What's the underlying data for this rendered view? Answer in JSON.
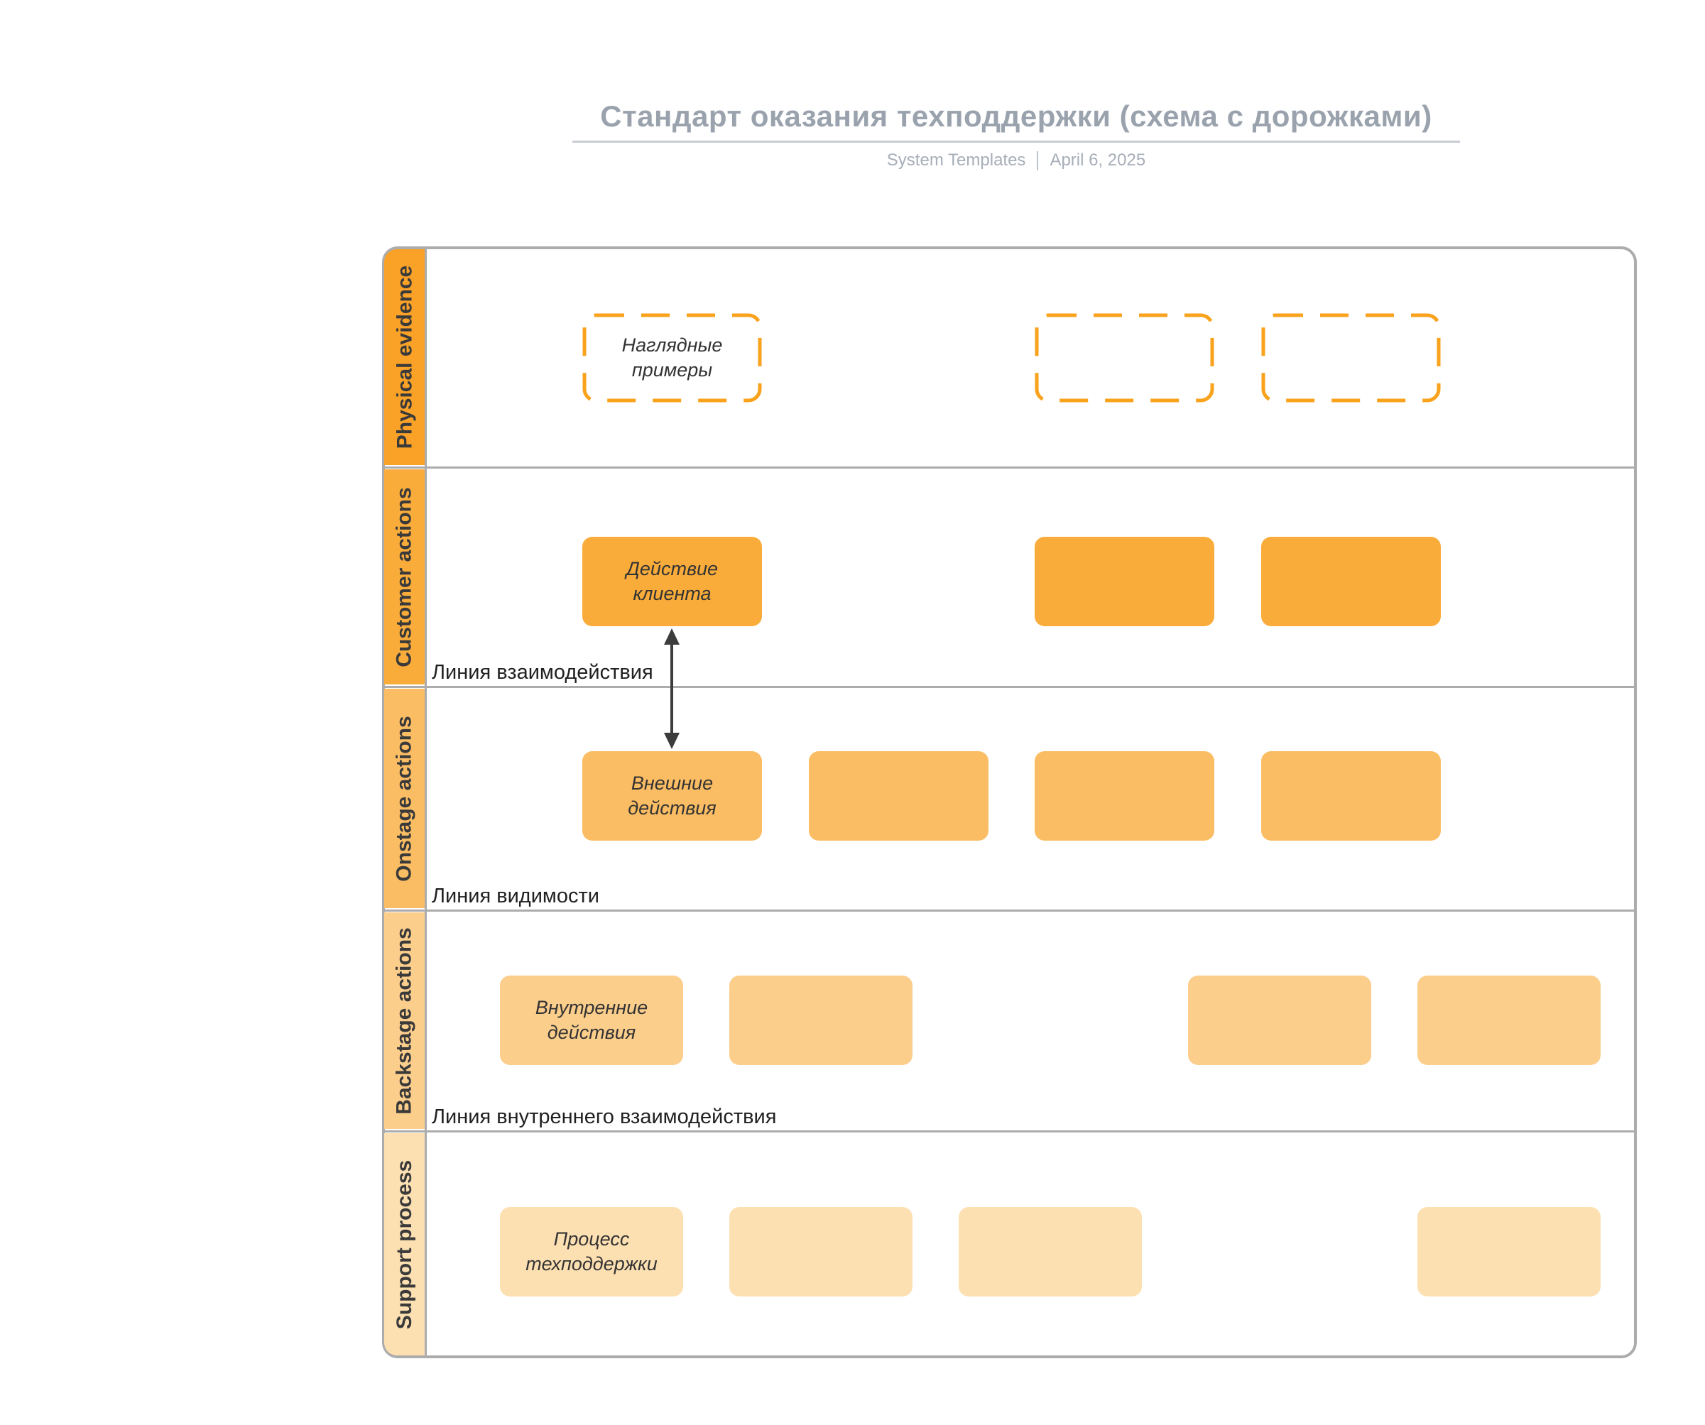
{
  "header": {
    "title": "Стандарт оказания техподдержки (схема с дорожками)",
    "byline": "System Templates",
    "date": "April 6, 2025"
  },
  "lanes": [
    {
      "label": "Physical evidence"
    },
    {
      "label": "Customer actions"
    },
    {
      "label": "Onstage actions"
    },
    {
      "label": "Backstage actions"
    },
    {
      "label": "Support process"
    }
  ],
  "separator_lines": [
    {
      "label": "Линия взаимодействия"
    },
    {
      "label": "Линия видимости"
    },
    {
      "label": "Линия внутреннего взаимодействия"
    }
  ],
  "boxes": {
    "physical_evidence_example": "Наглядные примеры",
    "customer_action": "Действие клиента",
    "onstage_action": "Внешние действия",
    "backstage_action": "Внутренние действия",
    "support_process": "Процесс техподдержки"
  },
  "colors": {
    "lane1": "#F9A227",
    "lane2": "#FAAC3B",
    "lane3": "#FBBD63",
    "lane4": "#FCCE8C",
    "lane5": "#FDE0B2",
    "dashed_border": "#F9A21C",
    "frame_border": "#ACACAC",
    "arrow": "#3C3C3C",
    "title_text": "#9AA3AD"
  }
}
